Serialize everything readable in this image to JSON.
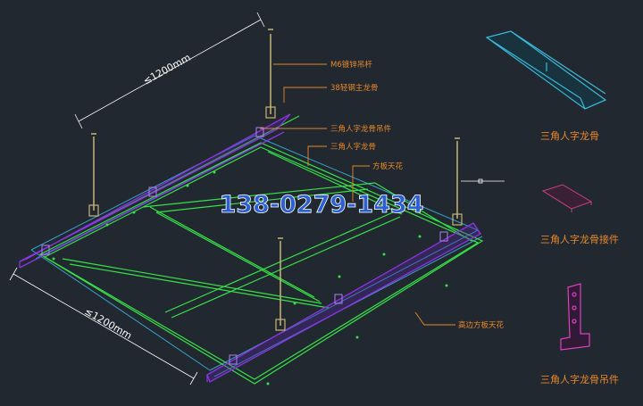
{
  "dimensions": {
    "top": "≤1200mm",
    "left": "≤1200mm"
  },
  "callouts": {
    "rod": "M6镀锌吊杆",
    "main_keel": "38轻钢主龙骨",
    "hanger": "三角人字龙骨吊件",
    "tri_keel": "三角人字龙骨",
    "panel": "方板天花",
    "edge_panel": "高边方板天花"
  },
  "watermark": "138-0279-1434",
  "legend": {
    "keel": "三角人字龙骨",
    "connector": "三角人字龙骨接件",
    "hanger": "三角人字龙骨吊件"
  },
  "colors": {
    "background": "#212830",
    "purple": "#8a35e0",
    "green": "#38e048",
    "cyan": "#3aa0c8",
    "tan": "#c8b478",
    "label": "#e8882a",
    "watermark": "#2c5fd0"
  }
}
